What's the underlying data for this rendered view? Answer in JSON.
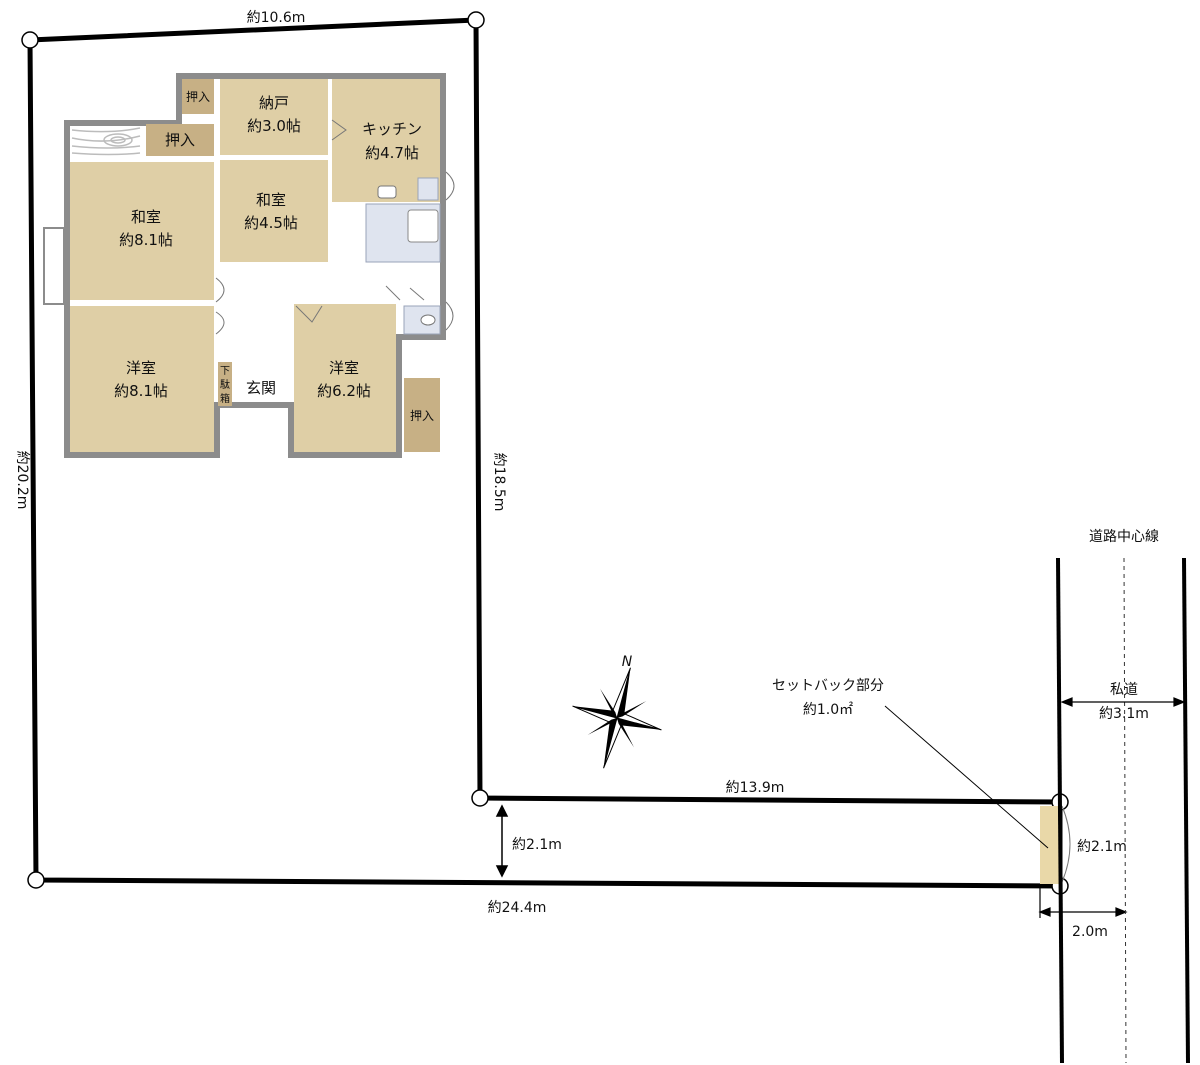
{
  "colors": {
    "room_fill": "#dfcfa6",
    "closet_fill": "#c7b085",
    "wall": "#8c8c8c",
    "bath_fill": "#dfe4ef",
    "setback_fill": "#e9d8a8",
    "boundary": "#000000"
  },
  "rooms": {
    "closet_small": "押入",
    "closet_left": "押入",
    "storage": {
      "name": "納戸",
      "size": "約3.0帖"
    },
    "kitchen": {
      "name": "キッチン",
      "size": "約4.7帖"
    },
    "washitsu_large": {
      "name": "和室",
      "size": "約8.1帖"
    },
    "washitsu_small": {
      "name": "和室",
      "size": "約4.5帖"
    },
    "youshitsu_left": {
      "name": "洋室",
      "size": "約8.1帖"
    },
    "youshitsu_right": {
      "name": "洋室",
      "size": "約6.2帖"
    },
    "genkan": "玄関",
    "getabako": [
      "下",
      "駄",
      "箱"
    ],
    "closet_right": "押入"
  },
  "dimensions": {
    "top": "約10.6m",
    "left": "約20.2m",
    "inner_vertical": "約18.5m",
    "driveway_top": "約13.9m",
    "driveway_width": "約2.1m",
    "bottom": "約24.4m",
    "frontage": "約2.1m",
    "to_center": "2.0m"
  },
  "road": {
    "center_line_label": "道路中心線",
    "type": "私道",
    "width": "約3.1m"
  },
  "setback": {
    "label": "セットバック部分",
    "area": "約1.0㎡"
  },
  "compass": {
    "north": "N"
  }
}
